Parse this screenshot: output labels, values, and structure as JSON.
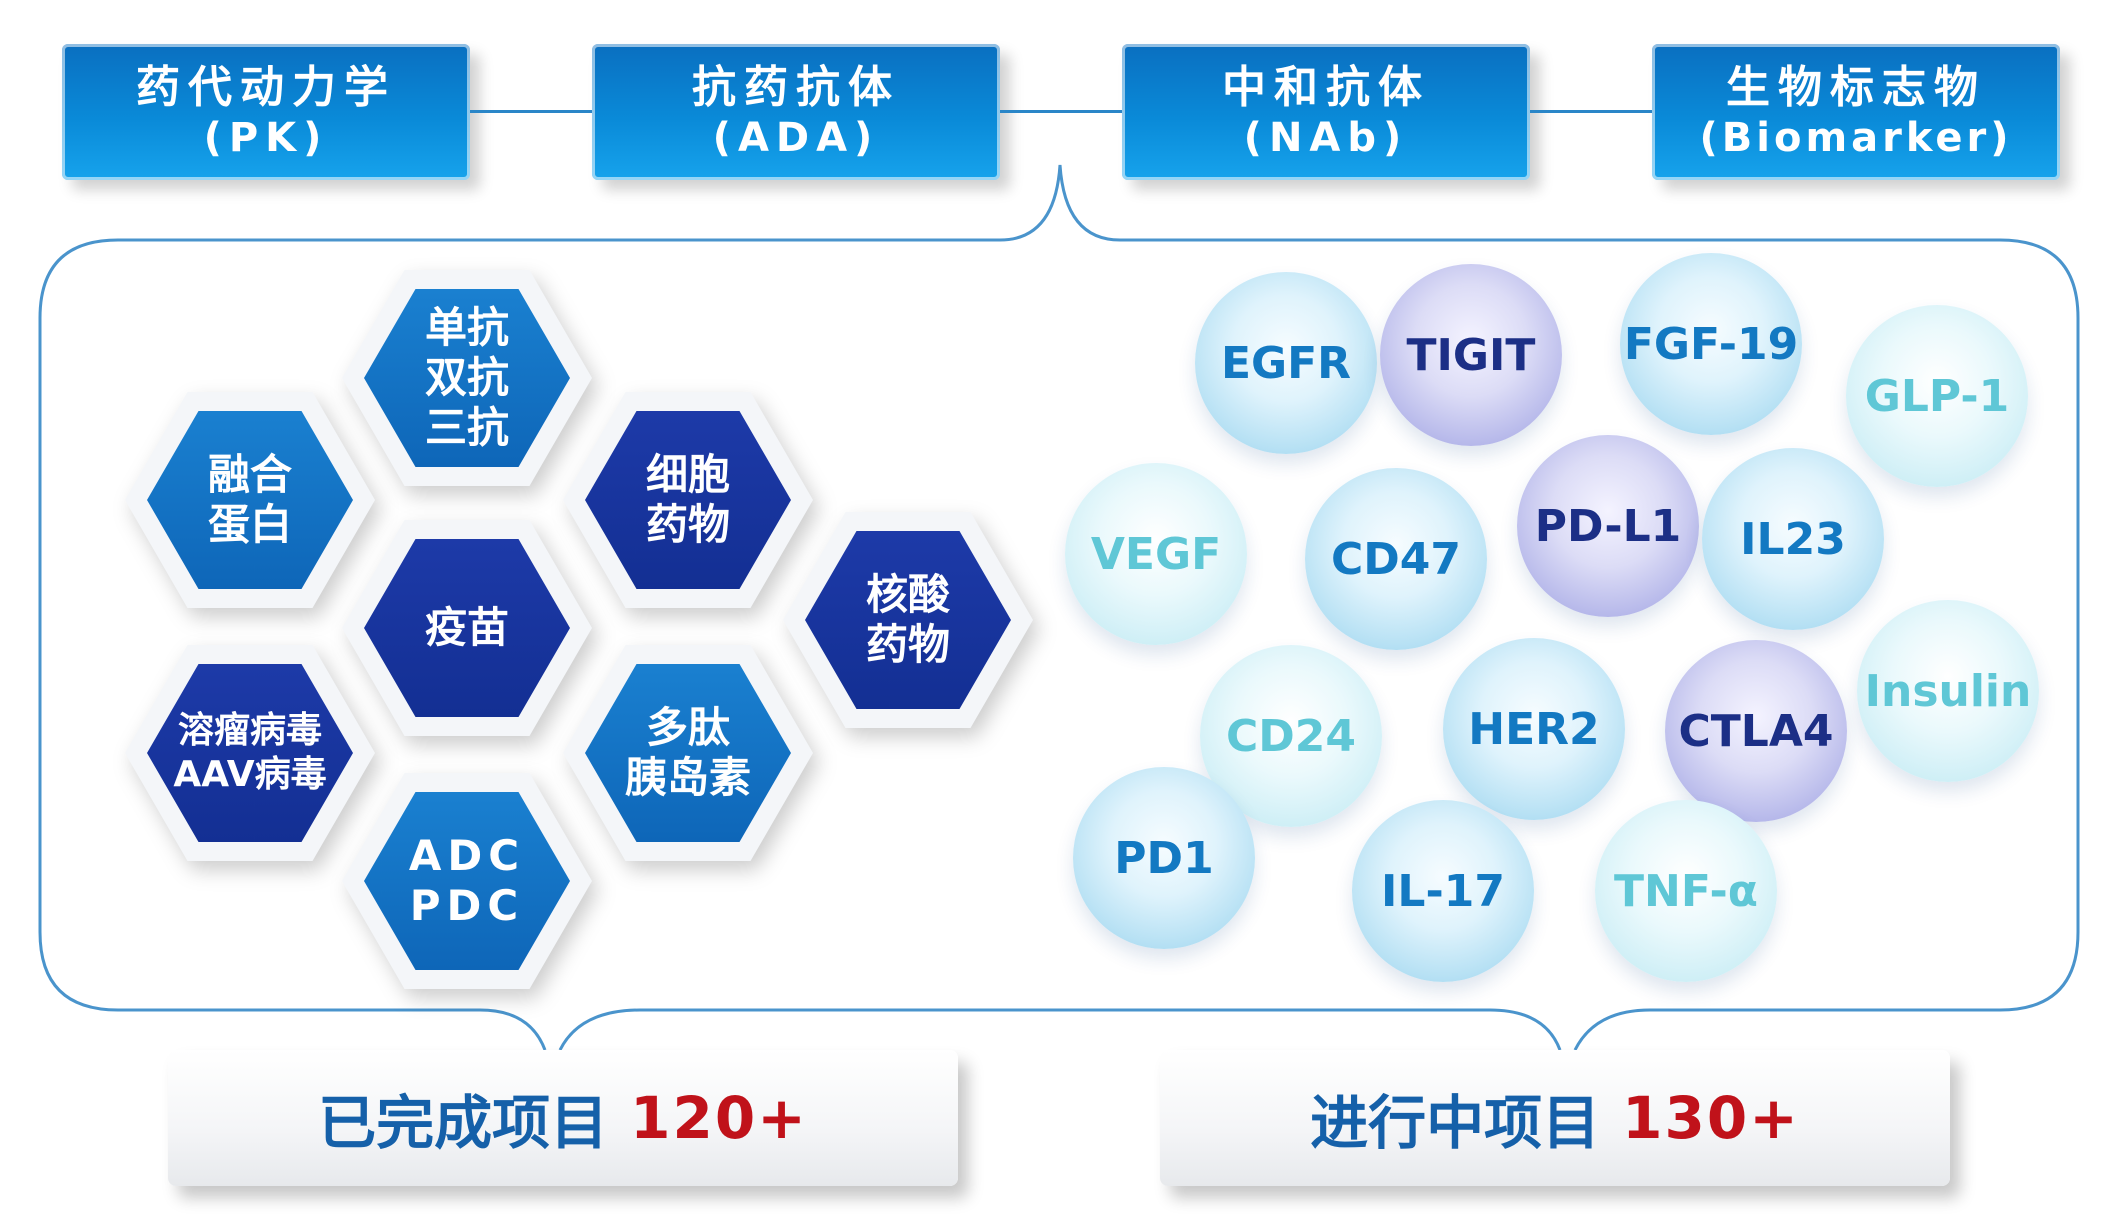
{
  "colors": {
    "accent_blue": "#0a8ad8",
    "dark_navy": "#132f93",
    "light_blue": "#1a80d0",
    "bubble_blue_text": "#1379c2",
    "bubble_purple_text": "#1c2f86",
    "bubble_cyan_text": "#5fc7d6",
    "bottom_label": "#1560a9",
    "bottom_count": "#c0121a",
    "frame_line": "#4a94cc"
  },
  "categories": [
    {
      "zh": "药代动力学",
      "en": "(PK)"
    },
    {
      "zh": "抗药抗体",
      "en": "(ADA)"
    },
    {
      "zh": "中和抗体",
      "en": "(NAb)"
    },
    {
      "zh": "生物标志物",
      "en": "(Biomarker)"
    }
  ],
  "drug_types": [
    {
      "lines": [
        "单抗",
        "双抗",
        "三抗"
      ],
      "style": "light"
    },
    {
      "lines": [
        "融合",
        "蛋白"
      ],
      "style": "light"
    },
    {
      "lines": [
        "细胞",
        "药物"
      ],
      "style": "dark"
    },
    {
      "lines": [
        "疫苗"
      ],
      "style": "dark"
    },
    {
      "lines": [
        "核酸",
        "药物"
      ],
      "style": "dark"
    },
    {
      "lines": [
        "溶瘤病毒",
        "AAV病毒"
      ],
      "style": "dark"
    },
    {
      "lines": [
        "多肽",
        "胰岛素"
      ],
      "style": "light"
    },
    {
      "lines": [
        "ADC",
        "PDC"
      ],
      "style": "light"
    }
  ],
  "targets": [
    {
      "label": "EGFR",
      "style": "blue"
    },
    {
      "label": "TIGIT",
      "style": "purple"
    },
    {
      "label": "FGF-19",
      "style": "blue"
    },
    {
      "label": "GLP-1",
      "style": "cyan"
    },
    {
      "label": "VEGF",
      "style": "cyan"
    },
    {
      "label": "CD47",
      "style": "blue"
    },
    {
      "label": "PD-L1",
      "style": "purple"
    },
    {
      "label": "IL23",
      "style": "blue"
    },
    {
      "label": "Insulin",
      "style": "cyan"
    },
    {
      "label": "CD24",
      "style": "cyan"
    },
    {
      "label": "HER2",
      "style": "blue"
    },
    {
      "label": "CTLA4",
      "style": "purple"
    },
    {
      "label": "PD1",
      "style": "blue"
    },
    {
      "label": "IL-17",
      "style": "blue"
    },
    {
      "label": "TNF-α",
      "style": "cyan"
    }
  ],
  "projects": {
    "completed_label": "已完成项目",
    "completed_count": "120+",
    "ongoing_label": "进行中项目",
    "ongoing_count": "130+"
  }
}
